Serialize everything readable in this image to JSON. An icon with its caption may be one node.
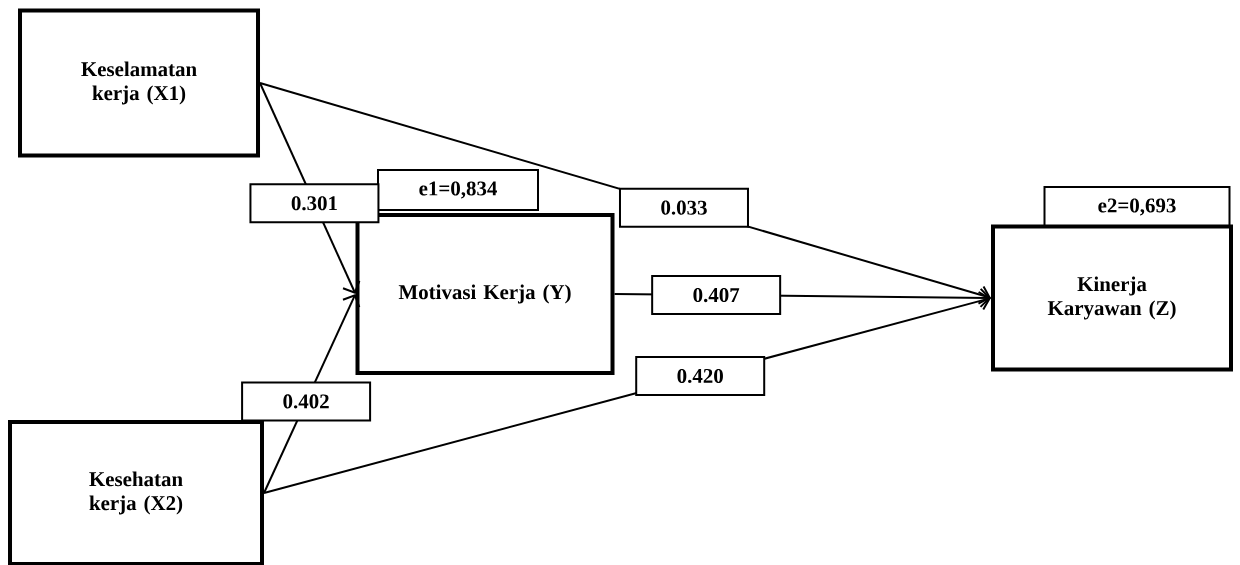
{
  "diagram": {
    "nodes": [
      {
        "text": [
          "Keselamatan kerja (X1)"
        ]
      },
      {
        "text": [
          "e1=0,834"
        ]
      },
      {
        "text": [
          "e2=0,693"
        ]
      },
      {
        "text": [
          "Motivasi Kerja (Y)"
        ]
      },
      {
        "text": [
          "Kinerja Karyawan (Z)"
        ]
      },
      {
        "text": [
          "Kesehatan kerja (X2)"
        ]
      }
    ],
    "edges": [
      {
        "from": 0,
        "to": 3,
        "arrow": "to",
        "label": "0.301"
      },
      {
        "from": 0,
        "to": 4,
        "arrow": "to",
        "label": "0.033"
      },
      {
        "from": 3,
        "to": 4,
        "arrow": "to",
        "label": "0.407"
      },
      {
        "from": 5,
        "to": 3,
        "arrow": "to",
        "label": "0.402"
      },
      {
        "from": 5,
        "to": 4,
        "arrow": "to",
        "label": "0.420"
      }
    ]
  }
}
